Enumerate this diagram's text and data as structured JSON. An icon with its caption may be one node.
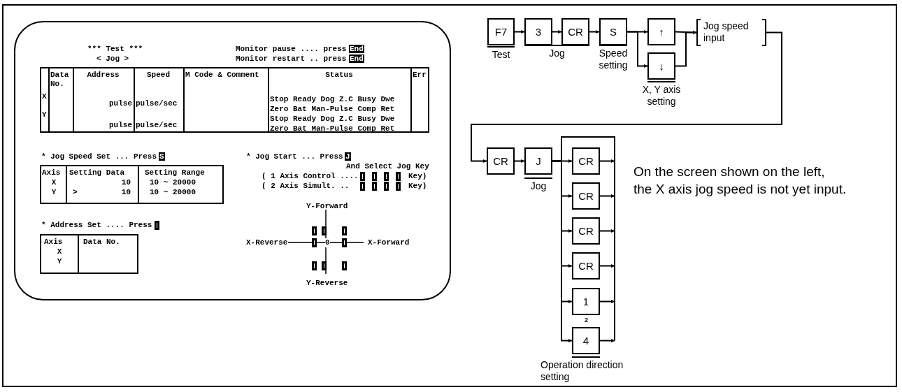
{
  "diagram": {
    "nodes": [
      {
        "text": [
          "*** Test ***",
          "< Jog >",
          "Monitor pause .... press",
          "End",
          "Monitor restart .. press",
          "End",
          "* Jog Speed Set ... Press",
          "S",
          "* Address Set .... Press",
          "* Jog Start ... Press",
          "J",
          "And Select Jog Key",
          "( 1 Axis Control ....",
          "Key)",
          "( 2 Axis Simult. ..",
          "Key)",
          "Y-Forward",
          "X-Reverse",
          "0",
          "X-Forward",
          "Y-Reverse"
        ]
      },
      {
        "text": [
          "Data No.",
          "Address",
          "Speed",
          "M Code & Comment",
          "Status",
          "Err",
          "X",
          "pulse",
          "pulse/sec",
          "Stop Ready Dog Z.C Busy Dwe",
          "Zero Bat Man-Pulse Comp Ret",
          "Y",
          "pulse",
          "pulse/sec",
          "Stop Ready Dog Z.C Busy Dwe",
          "Zero Bat Man-Pulse Comp Ret"
        ],
        "in": 0
      },
      {
        "text": [
          "Axis",
          "Setting Data",
          "Setting Range",
          "X",
          "10",
          "10 ~ 20000",
          "Y",
          ">",
          "10",
          "10 ~ 20000"
        ],
        "in": 0
      },
      {
        "text": [
          "Axis",
          "Data No.",
          "X",
          "Y"
        ],
        "in": 0
      },
      {
        "text": [
          "F7"
        ],
        "beside": [
          "Test"
        ]
      },
      {
        "text": [
          "3"
        ]
      },
      {
        "text": [
          "CR"
        ]
      },
      {
        "text": [
          "S"
        ],
        "beside": [
          "Speed setting"
        ]
      },
      {
        "text": [
          "↑"
        ]
      },
      {
        "text": [
          "↓"
        ],
        "beside": [
          "X, Y axis setting"
        ]
      },
      {
        "text": [
          "Jog speed input"
        ]
      },
      {
        "text": [
          "CR"
        ]
      },
      {
        "text": [
          "J"
        ],
        "beside": [
          "Jog"
        ]
      },
      {
        "text": [
          "CR"
        ]
      },
      {
        "text": [
          "CR"
        ]
      },
      {
        "text": [
          "CR"
        ]
      },
      {
        "text": [
          "CR"
        ]
      },
      {
        "text": [
          "1"
        ]
      },
      {
        "text": [
          "4"
        ],
        "beside": [
          "Operation direction setting"
        ]
      }
    ],
    "edges": [
      {
        "from": 4,
        "to": 5,
        "arrow": "to"
      },
      {
        "from": 5,
        "to": 6,
        "arrow": "to"
      },
      {
        "from": 6,
        "to": 7,
        "arrow": "to"
      },
      {
        "from": 7,
        "to": 8,
        "arrow": "to"
      },
      {
        "from": 7,
        "to": 9,
        "arrow": "to"
      },
      {
        "from": 8,
        "to": 10,
        "arrow": "to"
      },
      {
        "from": 9,
        "to": 10,
        "arrow": "to"
      },
      {
        "from": 10,
        "to": 11,
        "arrow": "to"
      },
      {
        "from": 11,
        "to": 12,
        "arrow": "to"
      },
      {
        "from": 12,
        "to": 13,
        "arrow": "to"
      },
      {
        "from": 12,
        "to": 14,
        "arrow": "to"
      },
      {
        "from": 12,
        "to": 15,
        "arrow": "to"
      },
      {
        "from": 12,
        "to": 16,
        "arrow": "to"
      },
      {
        "from": 12,
        "to": 17,
        "arrow": "to"
      },
      {
        "from": 12,
        "to": 18,
        "arrow": "to"
      },
      {
        "from": 13,
        "to": null,
        "arrow": "to"
      },
      {
        "from": 14,
        "to": null,
        "arrow": "to"
      },
      {
        "from": 15,
        "to": null,
        "arrow": "to"
      },
      {
        "from": 16,
        "to": null,
        "arrow": "to"
      },
      {
        "from": 17,
        "to": null,
        "arrow": "to"
      },
      {
        "from": 18,
        "to": null,
        "arrow": "to"
      }
    ],
    "labels": [
      "Jog",
      "2",
      "On the screen shown on the left, the X axis jog speed is not yet input."
    ]
  }
}
